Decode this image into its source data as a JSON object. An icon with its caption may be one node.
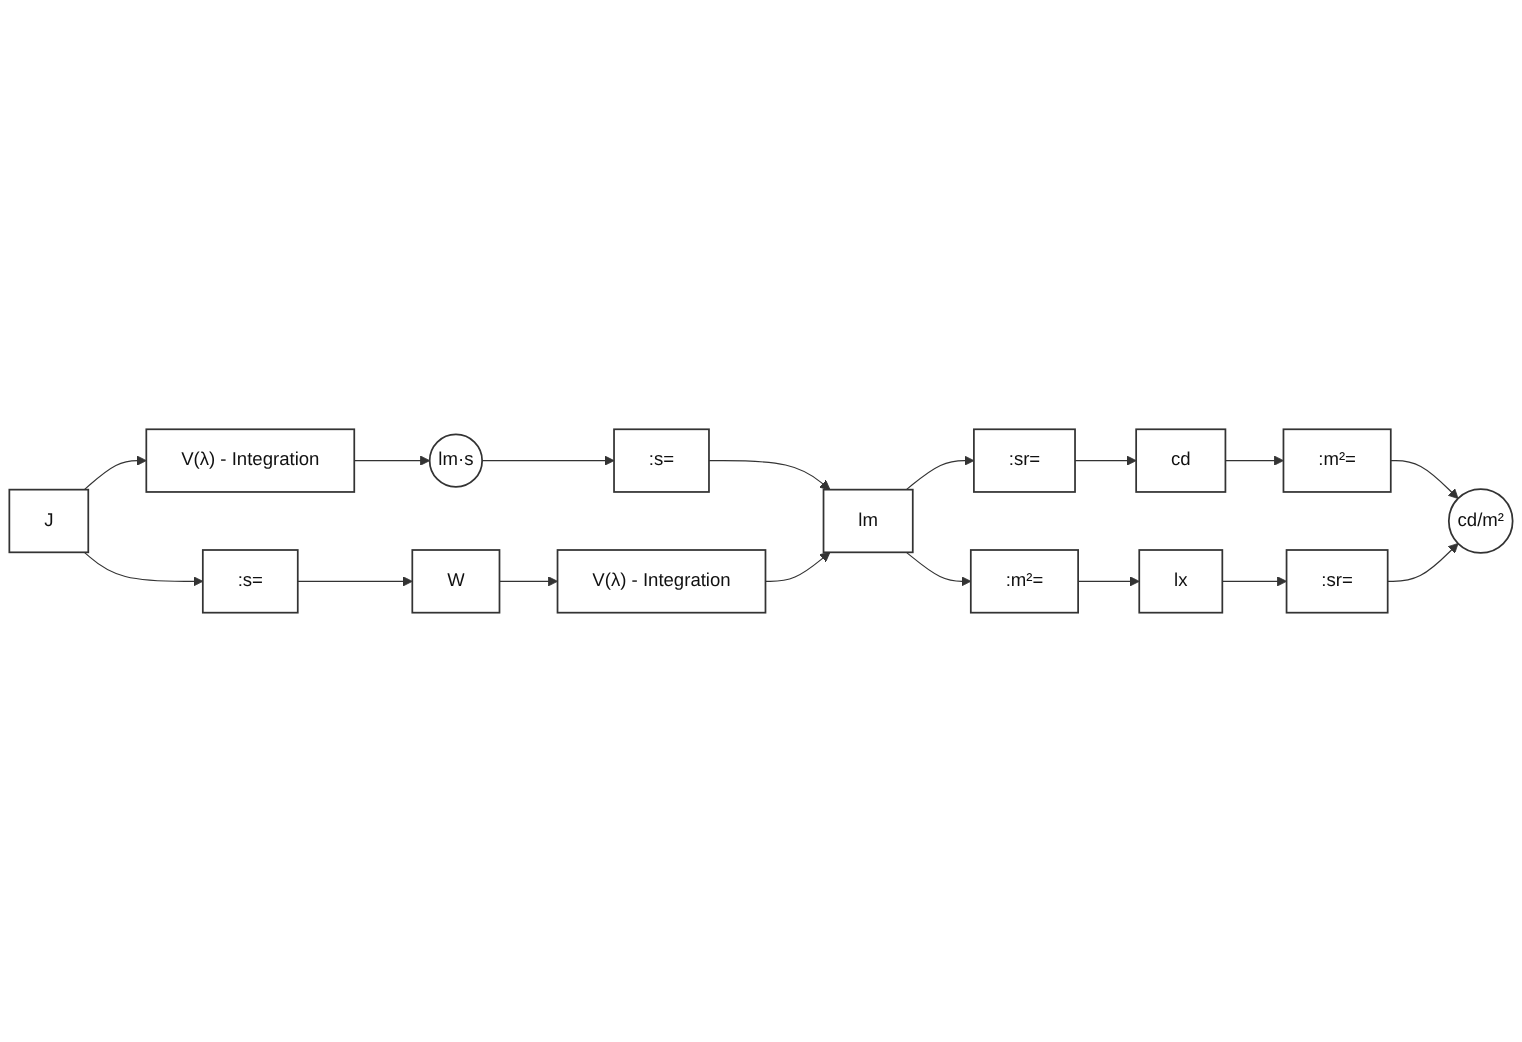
{
  "diagram": {
    "nodes": [
      {
        "text": [
          "J"
        ]
      },
      {
        "text": [
          "V(λ) - Integration"
        ]
      },
      {
        "text": [
          "lm·s"
        ]
      },
      {
        "text": [
          ":s="
        ]
      },
      {
        "text": [
          ":s="
        ]
      },
      {
        "text": [
          "W"
        ]
      },
      {
        "text": [
          "V(λ) - Integration"
        ]
      },
      {
        "text": [
          "lm"
        ]
      },
      {
        "text": [
          ":sr="
        ]
      },
      {
        "text": [
          "cd"
        ]
      },
      {
        "text": [
          ":m²="
        ]
      },
      {
        "text": [
          ":m²="
        ]
      },
      {
        "text": [
          "lx"
        ]
      },
      {
        "text": [
          ":sr="
        ]
      },
      {
        "text": [
          "cd/m²"
        ]
      }
    ],
    "edges": [
      {
        "from": 0,
        "to": 1,
        "arrow": "to"
      },
      {
        "from": 1,
        "to": 2,
        "arrow": "to"
      },
      {
        "from": 0,
        "to": 3,
        "arrow": "to"
      },
      {
        "from": 2,
        "to": 4,
        "arrow": "to"
      },
      {
        "from": 3,
        "to": 5,
        "arrow": "to"
      },
      {
        "from": 4,
        "to": 7,
        "arrow": "to"
      },
      {
        "from": 5,
        "to": 6,
        "arrow": "to"
      },
      {
        "from": 6,
        "to": 7,
        "arrow": "to"
      },
      {
        "from": 7,
        "to": 8,
        "arrow": "to"
      },
      {
        "from": 8,
        "to": 9,
        "arrow": "to"
      },
      {
        "from": 7,
        "to": 10,
        "arrow": "to"
      },
      {
        "from": 9,
        "to": 11,
        "arrow": "to"
      },
      {
        "from": 10,
        "to": 12,
        "arrow": "to"
      },
      {
        "from": 11,
        "to": 14,
        "arrow": "to"
      },
      {
        "from": 12,
        "to": 13,
        "arrow": "to"
      },
      {
        "from": 13,
        "to": 14,
        "arrow": "to"
      }
    ]
  }
}
